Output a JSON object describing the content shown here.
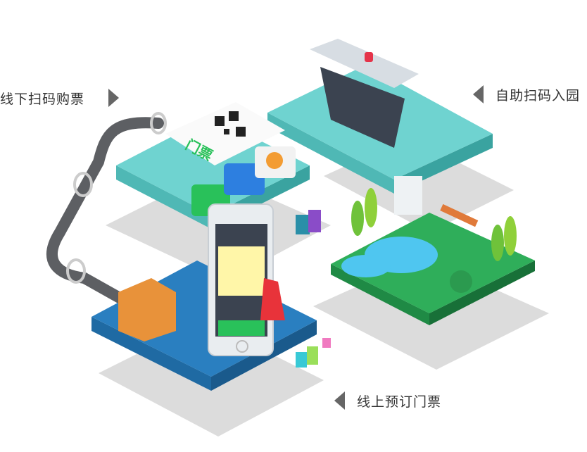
{
  "labels": {
    "offline": "线下扫码购票",
    "self_entry": "自助扫码入园",
    "online": "线上预订门票"
  },
  "ticket_text": "门票",
  "colors": {
    "teal": "#6fd3d0",
    "blue": "#2a7fc0",
    "green": "#2fae5a",
    "shadow": "#d9d9d9",
    "pipe": "#5d5f63",
    "wechat": "#29c15a"
  }
}
